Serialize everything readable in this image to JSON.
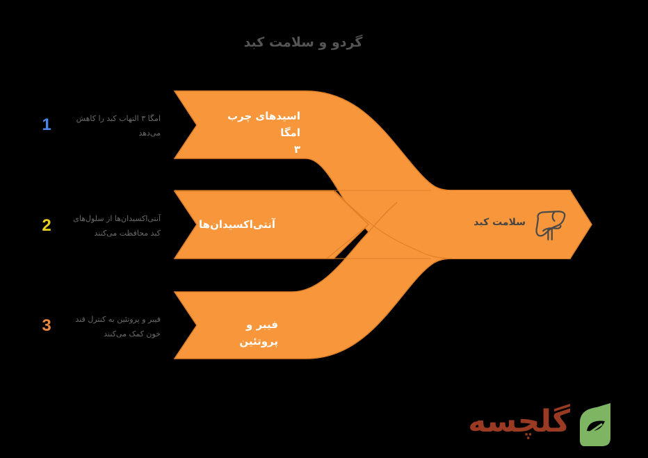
{
  "title": "گردو و سلامت کبد",
  "colors": {
    "background": "#000000",
    "ribbon_fill": "#F7963A",
    "ribbon_stroke": "#E0812A",
    "title_text": "#555555",
    "desc_text": "#6b6b6b",
    "num1": "#4A86E8",
    "num2": "#E8CF1E",
    "num3": "#E8883A",
    "logo_text": "#9B3A22",
    "logo_leaf": "#7DB563"
  },
  "inputs": [
    {
      "number": "1",
      "label_line1": "اسیدهای چرب امگا",
      "label_line2": "۳",
      "description": "امگا ۳ التهاب کبد را کاهش می‌دهد"
    },
    {
      "number": "2",
      "label_line1": "آنتی‌اکسیدان‌ها",
      "label_line2": "",
      "description": "آنتی‌اکسیدان‌ها از سلول‌های کبد محافظت می‌کنند"
    },
    {
      "number": "3",
      "label_line1": "فیبر و پروتئین",
      "label_line2": "",
      "description": "فیبر و پروتئین به کنترل قند خون کمک می‌کنند"
    }
  ],
  "output": {
    "label": "سلامت کبد",
    "icon": "liver-icon"
  },
  "logo": {
    "text": "گلچسه",
    "icon": "leaf-icon"
  }
}
